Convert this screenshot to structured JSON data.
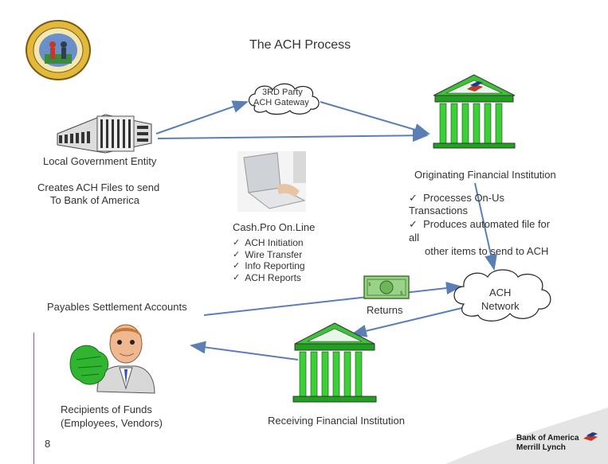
{
  "title": "The ACH Process",
  "gateway": {
    "line1": "3RD Party",
    "line2": "ACH Gateway"
  },
  "local_gov": {
    "label": "Local Government Entity",
    "desc_line1": "Creates ACH Files to send",
    "desc_line2": "To Bank of America"
  },
  "cashpro": {
    "label": "Cash.Pro On.Line",
    "items": [
      "ACH Initiation",
      "Wire Transfer",
      "Info Reporting",
      "ACH Reports"
    ]
  },
  "originating": {
    "label": "Originating Financial Institution",
    "bullets": [
      "Processes On-Us Transactions",
      "Produces automated file for all other items to send to ACH"
    ],
    "bullet1_line1": "Processes On-Us",
    "bullet1_line2": "Transactions",
    "bullet2_line1": "Produces automated file for",
    "bullet2_line2": "all",
    "bullet2_line3": "other items to send to ACH"
  },
  "ach_network": {
    "line1": "ACH",
    "line2": "Network"
  },
  "returns": "Returns",
  "payables": "Payables Settlement Accounts",
  "recipients": {
    "line1": "Recipients of Funds",
    "line2": "(Employees, Vendors)"
  },
  "receiving": "Receiving Financial Institution",
  "page_number": "8",
  "brand": {
    "line1": "Bank of America",
    "line2": "Merrill Lynch"
  },
  "colors": {
    "arrow": "#5b7fb5",
    "bank_green": "#1fa31f",
    "bank_pillar": "#39d134",
    "text": "#333333"
  }
}
